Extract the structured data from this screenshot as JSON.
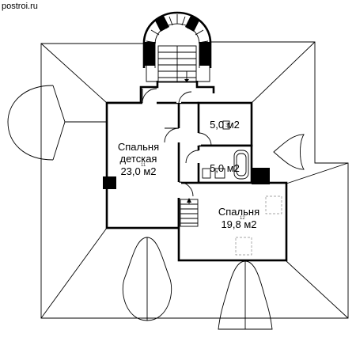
{
  "site": {
    "watermark": "postroi.ru"
  },
  "rooms": [
    {
      "name_line1": "Спальня",
      "name_line2": "детская",
      "area": "23,0 м2",
      "marker": "11"
    },
    {
      "area": "5,0 м2",
      "marker": "3"
    },
    {
      "area": "5,0 м2"
    },
    {
      "name_line1": "Спальня",
      "area": "19,8 м2",
      "marker": "12"
    }
  ]
}
